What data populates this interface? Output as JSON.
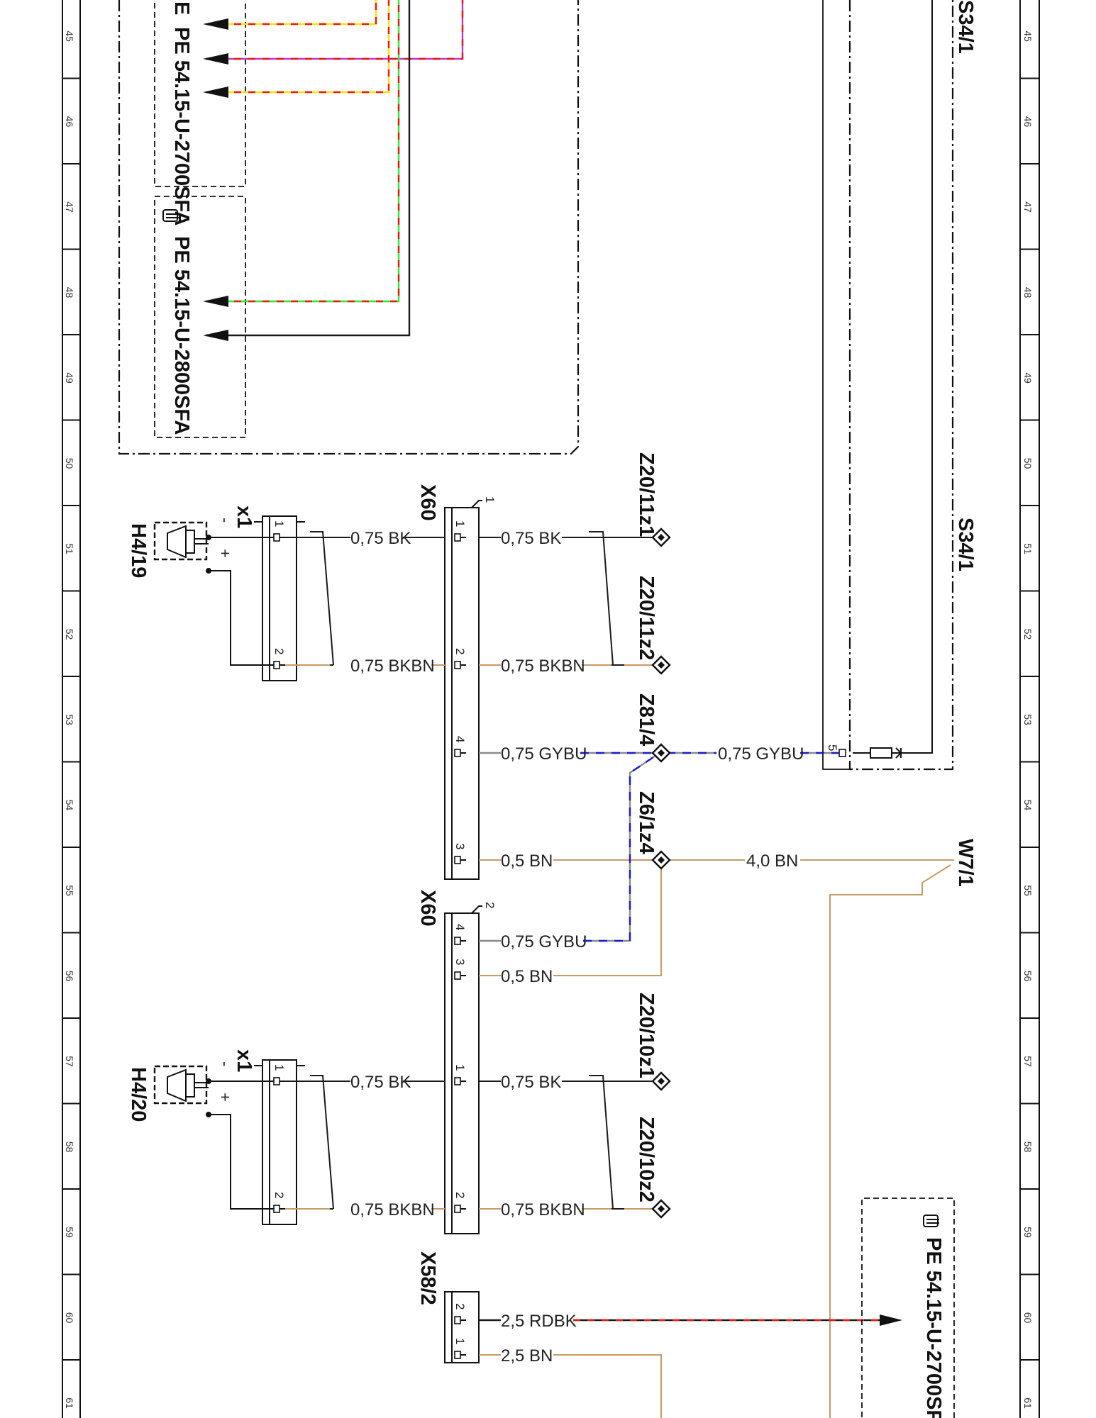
{
  "colors": {
    "BK": "#1a1a1a",
    "BN": "#c89a64",
    "GY": "#8a8a8a",
    "BU": "#1c1ccc",
    "RD": "#e81a1a",
    "YE": "#f2e600",
    "GN": "#2ee82e",
    "VT": "#b43cc8",
    "frame": "#111111",
    "background": "#ffffff"
  },
  "grid": {
    "left_labels": [
      "45",
      "46",
      "47",
      "48",
      "49",
      "50",
      "51",
      "52",
      "53",
      "54",
      "55",
      "56",
      "57",
      "58",
      "59",
      "60",
      "61"
    ],
    "right_labels": [
      "45",
      "46",
      "47",
      "48",
      "49",
      "50",
      "51",
      "52",
      "53",
      "54",
      "55",
      "56",
      "57",
      "58",
      "59",
      "60",
      "61"
    ]
  },
  "references": {
    "top_1": "PE 54.15-U-2700SFA",
    "top_1_lead": "E",
    "top_2": "PE 54.15-U-2800SFA",
    "bottom_right": "PE 54.15-U-2700SF",
    "pointer_icon": "pointing-hand-icon"
  },
  "components": {
    "s34_top": "S34/1",
    "s34_mid": "S34/1",
    "x60_a": "X60",
    "x60_a_num": "1",
    "x60_b": "X60",
    "x60_b_num": "2",
    "x58_2": "X58/2",
    "h4_19": "H4/19",
    "h4_20": "H4/20",
    "x1_a": "x1",
    "x1_b": "x1",
    "w7_1": "W7/1",
    "minus_sign": "-",
    "plus_sign": "+"
  },
  "nodes": {
    "z20_11z1": "Z20/11z1",
    "z20_11z2": "Z20/11z2",
    "z81_4": "Z81/4",
    "z6_1z4": "Z6/1z4",
    "z20_10z1": "Z20/10z1",
    "z20_10z2": "Z20/10z2"
  },
  "wires": {
    "h419_p1": "0,75 BK",
    "h419_p2": "0,75 BKBN",
    "x60a_p1": "0,75 BK",
    "x60a_p2": "0,75 BKBN",
    "x60a_p4": "0,75 GYBU",
    "z81_s34": "0,75 GYBU",
    "x60a_p3": "0,5 BN",
    "z6_w7": "4,0 BN",
    "x60b_p4": "0,75 GYBU",
    "x60b_p3": "0,5 BN",
    "h420_p1": "0,75 BK",
    "h420_p2": "0,75 BKBN",
    "x60c_p1": "0,75 BK",
    "x60c_p2": "0,75 BKBN",
    "x58_p2": "2,5 RDBK",
    "x58_p1": "2,5 BN"
  },
  "pins": {
    "h419_1": "1",
    "h419_2": "2",
    "x60a_1": "1",
    "x60a_2": "2",
    "x60a_4": "4",
    "x60a_3": "3",
    "s34_5": "5",
    "x60b_4": "4",
    "x60b_3": "3",
    "h420_1": "1",
    "h420_2": "2",
    "x60c_1": "1",
    "x60c_2": "2",
    "x58_2": "2",
    "x58_1": "1"
  }
}
